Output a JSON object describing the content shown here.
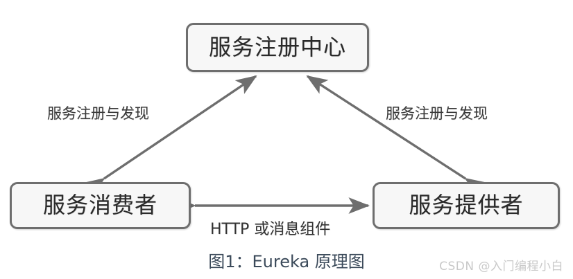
{
  "figure": {
    "caption": "图1：Eureka 原理图",
    "watermark": "CSDN @入门编程小白",
    "background_color": "#ffffff",
    "node_fill_color": "#f7f7f7",
    "node_border_color": "#6e6e6e",
    "arrow_color": "#6e6e6e",
    "caption_color": "#3b4a5a",
    "watermark_color": "#c9c9c9"
  },
  "nodes": [
    {
      "id": "registry",
      "label": "服务注册中心",
      "role": "service-registry"
    },
    {
      "id": "consumer",
      "label": "服务消费者",
      "role": "service-consumer"
    },
    {
      "id": "provider",
      "label": "服务提供者",
      "role": "service-provider"
    }
  ],
  "edges": [
    {
      "id": "consumer-registry",
      "label": "服务注册与发现",
      "from": "consumer",
      "to": "registry",
      "direction": "bidirectional"
    },
    {
      "id": "provider-registry",
      "label": "服务注册与发现",
      "from": "provider",
      "to": "registry",
      "direction": "bidirectional"
    },
    {
      "id": "consumer-provider",
      "label": "HTTP 或消息组件",
      "from": "consumer",
      "to": "provider",
      "direction": "bidirectional"
    }
  ]
}
